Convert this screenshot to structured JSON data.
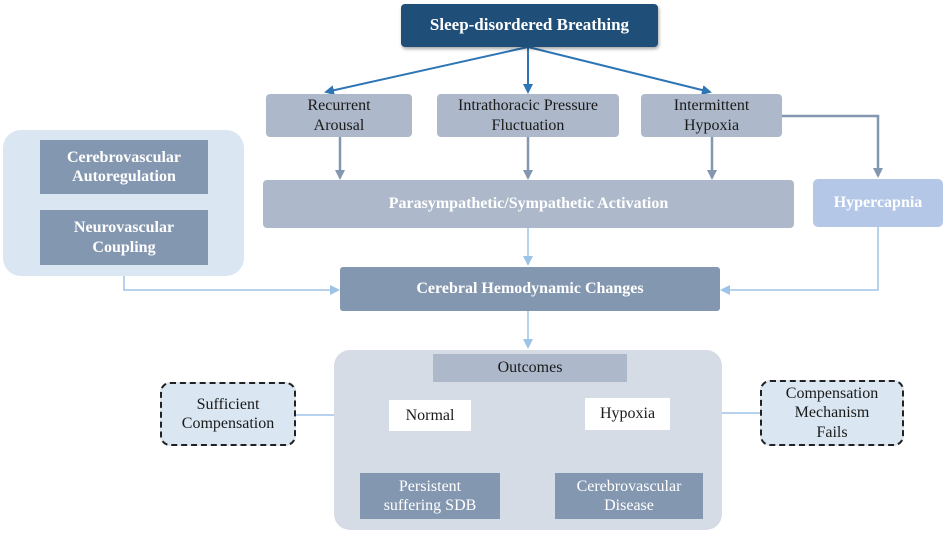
{
  "source": {
    "title": "Sleep-disordered Breathing"
  },
  "mechanisms": {
    "recurrent_arousal": "Recurrent\nArousal",
    "intrathoracic": "Intrathoracic Pressure\nFluctuation",
    "intermittent_hypoxia": "Intermittent\nHypoxia"
  },
  "activation": "Parasympathetic/Sympathetic Activation",
  "hypercapnia": "Hypercapnia",
  "regulation": {
    "autoregulation": "Cerebrovascular\nAutoregulation",
    "coupling": "Neurovascular\nCoupling"
  },
  "hemodynamic": "Cerebral Hemodynamic Changes",
  "outcomes": {
    "label": "Outcomes",
    "normal": "Normal",
    "hypoxia": "Hypoxia",
    "persistent": "Persistent\nsuffering SDB",
    "disease": "Cerebrovascular\nDisease"
  },
  "conditions": {
    "sufficient": "Sufficient\nCompensation",
    "fails": "Compensation\nMechanism\nFails"
  },
  "colors": {
    "arrow_blue": "#2e75b6",
    "arrow_gray": "#8497b0",
    "arrow_light": "#9dc3e6",
    "arrow_red": "#e8221b"
  }
}
